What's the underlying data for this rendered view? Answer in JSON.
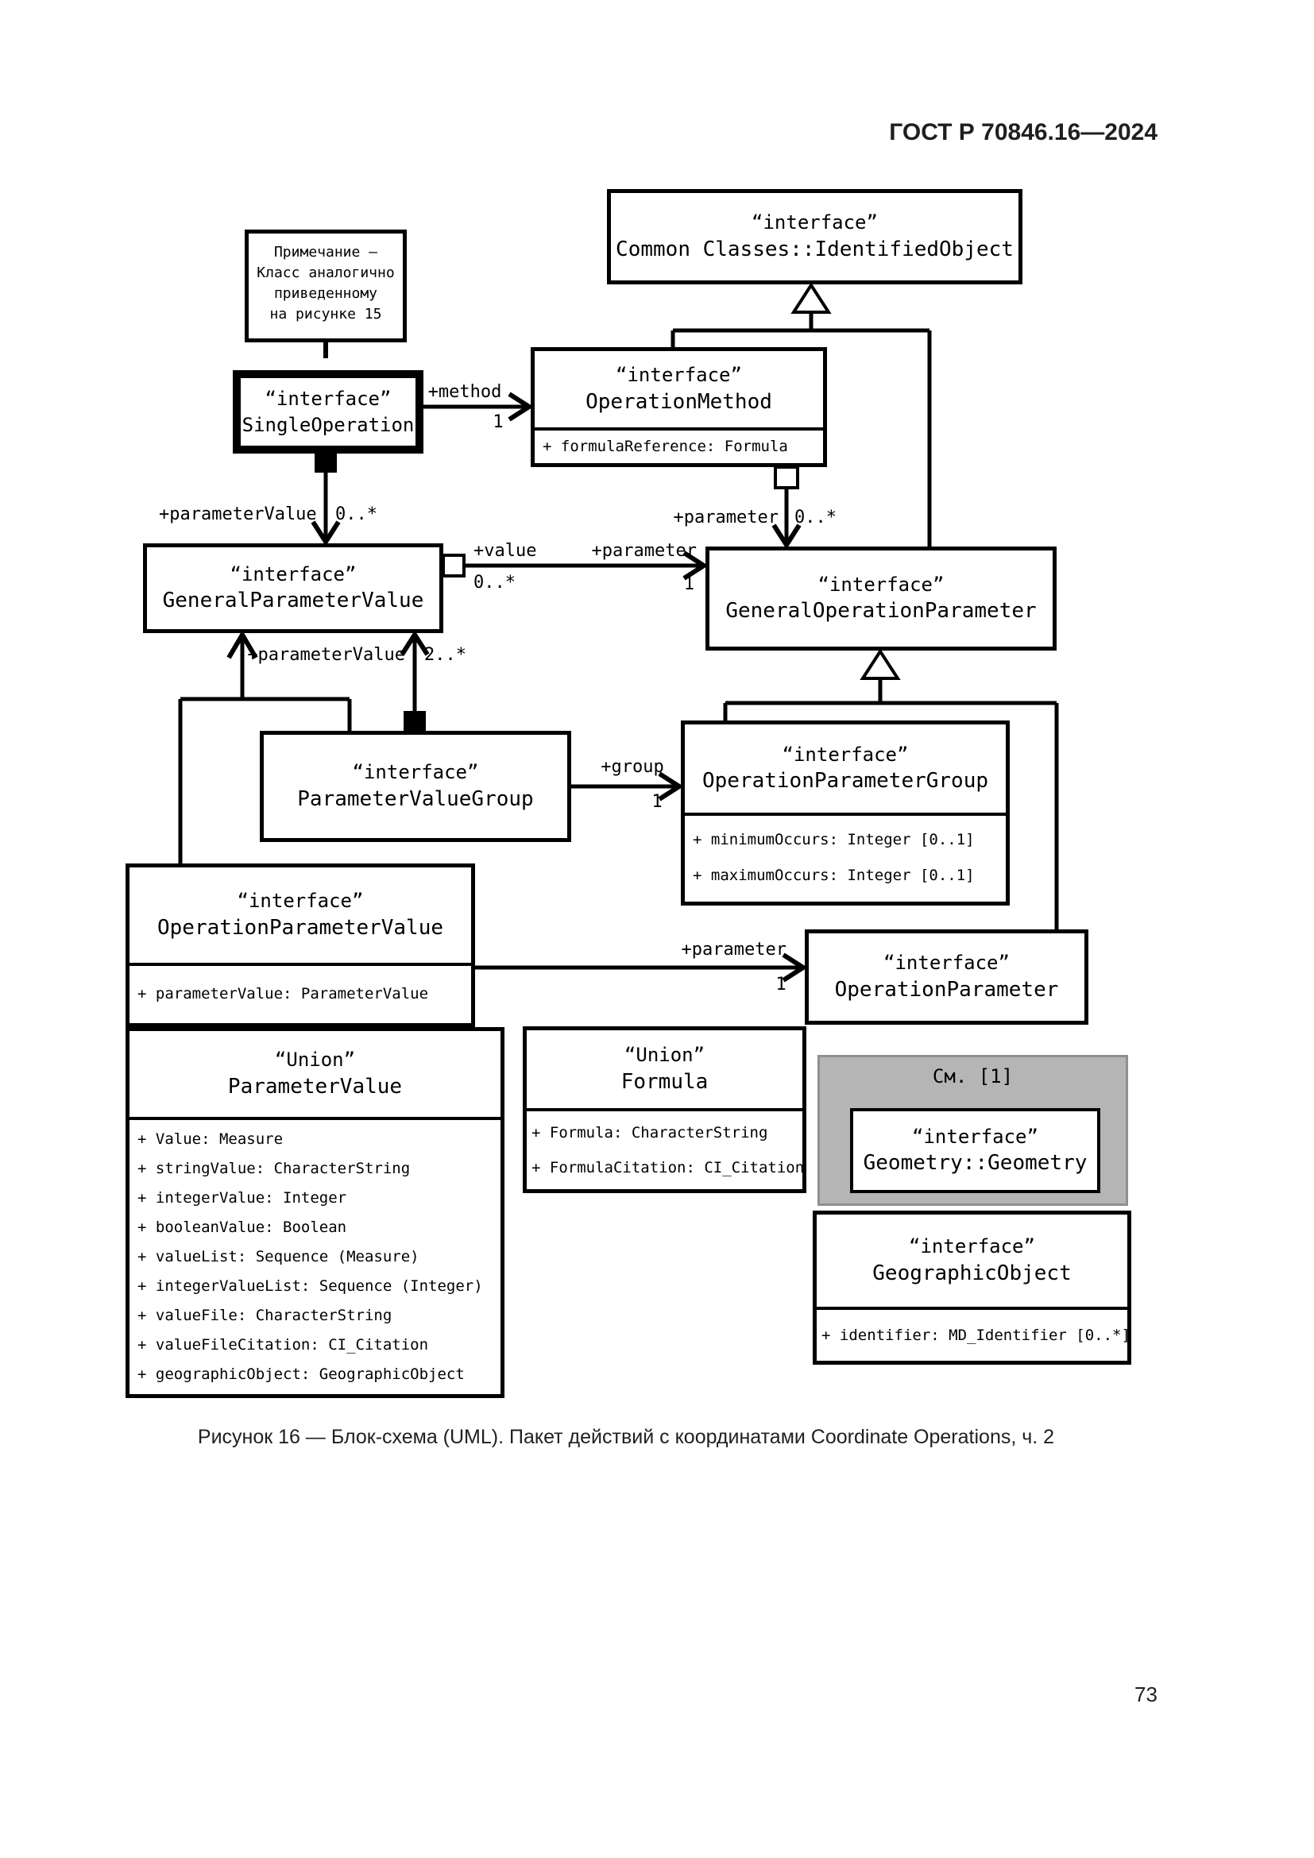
{
  "page": {
    "header": "ГОСТ Р 70846.16—2024",
    "caption": "Рисунок 16 — Блок-схема (UML). Пакет действий с координатами Coordinate Operations, ч. 2",
    "page_number": "73"
  },
  "note": {
    "line1": "Примечание —",
    "line2": "Класс аналогично",
    "line3": "приведенному",
    "line4": "на рисунке 15"
  },
  "classes": {
    "identified_object": {
      "stereotype": "“interface”",
      "name": "Common Classes::IdentifiedObject"
    },
    "single_operation": {
      "stereotype": "“interface”",
      "name": "SingleOperation"
    },
    "operation_method": {
      "stereotype": "“interface”",
      "name": "OperationMethod",
      "attr1": "+ formulaReference: Formula"
    },
    "general_parameter_value": {
      "stereotype": "“interface”",
      "name": "GeneralParameterValue"
    },
    "general_operation_parameter": {
      "stereotype": "“interface”",
      "name": "GeneralOperationParameter"
    },
    "parameter_value_group": {
      "stereotype": "“interface”",
      "name": "ParameterValueGroup"
    },
    "operation_parameter_group": {
      "stereotype": "“interface”",
      "name": "OperationParameterGroup",
      "attr1": "+ minimumOccurs: Integer [0..1]",
      "attr2": "+ maximumOccurs: Integer [0..1]"
    },
    "operation_parameter_value": {
      "stereotype": "“interface”",
      "name": "OperationParameterValue",
      "attr1": "+ parameterValue: ParameterValue"
    },
    "operation_parameter": {
      "stereotype": "“interface”",
      "name": "OperationParameter"
    },
    "union_parameter_value": {
      "stereotype": "“Union”",
      "name": "ParameterValue",
      "attr1": "+ Value: Measure",
      "attr2": "+ stringValue: CharacterString",
      "attr3": "+ integerValue: Integer",
      "attr4": "+ booleanValue: Boolean",
      "attr5": "+ valueList: Sequence (Measure)",
      "attr6": "+ integerValueList: Sequence (Integer)",
      "attr7": "+ valueFile: CharacterString",
      "attr8": "+ valueFileCitation: CI_Citation",
      "attr9": "+ geographicObject: GeographicObject"
    },
    "union_formula": {
      "stereotype": "“Union”",
      "name": "Formula",
      "attr1": "+ Formula: CharacterString",
      "attr2": "+ FormulaCitation: CI_Citation"
    },
    "geometry": {
      "see_ref": "См. [1]",
      "stereotype": "“interface”",
      "name": "Geometry::Geometry"
    },
    "geographic_object": {
      "stereotype": "“interface”",
      "name": "GeographicObject",
      "attr1": "+ identifier: MD_Identifier [0..*]"
    }
  },
  "labels": {
    "method_role": "+method",
    "method_card": "1",
    "parameter_from_method_role": "+parameter",
    "parameter_from_method_card": "0..*",
    "parameter_value_single_role": "+parameterValue",
    "parameter_value_single_card": "0..*",
    "value_role": "+value",
    "value_card": "0..*",
    "parameter_role": "+parameter",
    "parameter_card": "1",
    "parameter_value_group_role": "+parameterValue",
    "parameter_value_group_card": "2..*",
    "group_role": "+group",
    "group_card": "1",
    "op_parameter_role": "+parameter",
    "op_parameter_card": "1"
  },
  "colors": {
    "line": "#000000",
    "gray_fill": "#b5b5b5",
    "background": "#ffffff"
  }
}
